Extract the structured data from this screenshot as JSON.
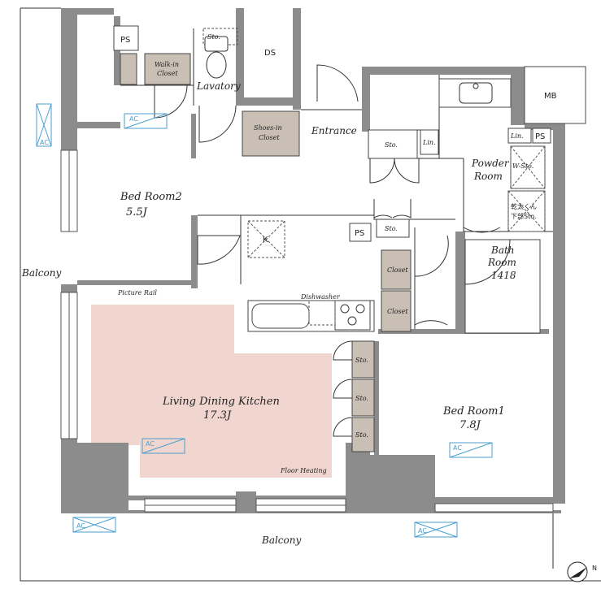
{
  "colors": {
    "wall": "#8c8c8c",
    "floor_heating": "#f0d6cf",
    "closet": "#c9bfb4",
    "ac": "#4a9fcf",
    "line": "#333333"
  },
  "rooms": {
    "living": {
      "name": "Living Dining Kitchen",
      "size": "17.3J"
    },
    "bed2": {
      "name": "Bed Room2",
      "size": "5.5J"
    },
    "bed1": {
      "name": "Bed Room1",
      "size": "7.8J"
    },
    "bath": {
      "name": "Bath",
      "name2": "Room",
      "size": "1418"
    },
    "powder": {
      "name": "Powder",
      "name2": "Room"
    },
    "entrance": "Entrance",
    "lavatory": "Lavatory"
  },
  "labels": {
    "ps": "PS",
    "ds": "DS",
    "mb": "MB",
    "walkin_1": "Walk-in",
    "walkin_2": "Closet",
    "shoes_1": "Shoes-in",
    "shoes_2": "Closet",
    "sto": "Sto.",
    "lin": "Lin.",
    "w_sto": "W-Sto.",
    "dryer_1": "乾太くん",
    "dryer_2": "下部Sto.",
    "closet": "Closet",
    "k": "K",
    "picture_rail": "Picture Rail",
    "dishwasher": "Dishwasher",
    "floor_heating": "Floor Heating",
    "ac": "AC",
    "balcony": "Balcony",
    "north": "N"
  }
}
